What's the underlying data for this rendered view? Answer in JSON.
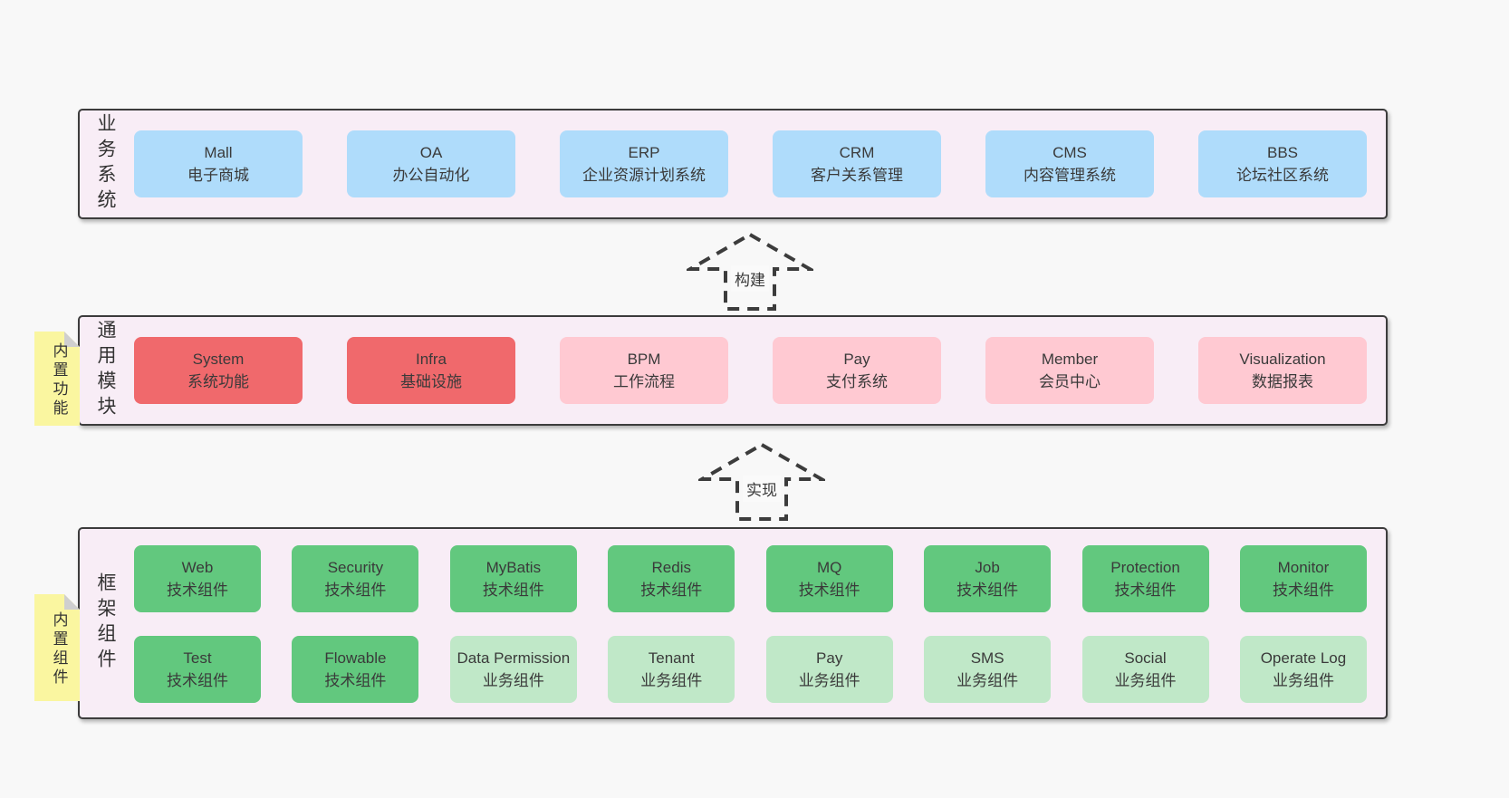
{
  "colors": {
    "page_background": "#f8f8f8",
    "layer_background": "#f8edf6",
    "layer_border": "#3c3c3c",
    "business_box": "#afdcfb",
    "core_module_box": "#f0696c",
    "optional_module_box": "#ffc9d2",
    "tech_component_box": "#62c87e",
    "biz_component_box": "#c0e8c8",
    "sticky_note": "#faf6a0",
    "sticky_fold": "#cfcfcf",
    "text": "#3a3a3a"
  },
  "layer1": {
    "label": "业务系统",
    "boxes": [
      {
        "title": "Mall",
        "subtitle": "电子商城"
      },
      {
        "title": "OA",
        "subtitle": "办公自动化"
      },
      {
        "title": "ERP",
        "subtitle": "企业资源计划系统"
      },
      {
        "title": "CRM",
        "subtitle": "客户关系管理"
      },
      {
        "title": "CMS",
        "subtitle": "内容管理系统"
      },
      {
        "title": "BBS",
        "subtitle": "论坛社区系统"
      }
    ]
  },
  "arrow1": {
    "label": "构建"
  },
  "layer2": {
    "label": "通用模块",
    "note": "内置功能",
    "boxes": [
      {
        "title": "System",
        "subtitle": "系统功能"
      },
      {
        "title": "Infra",
        "subtitle": "基础设施"
      },
      {
        "title": "BPM",
        "subtitle": "工作流程"
      },
      {
        "title": "Pay",
        "subtitle": "支付系统"
      },
      {
        "title": "Member",
        "subtitle": "会员中心"
      },
      {
        "title": "Visualization",
        "subtitle": "数据报表"
      }
    ]
  },
  "arrow2": {
    "label": "实现"
  },
  "layer3": {
    "label": "框架组件",
    "note": "内置组件",
    "row1": [
      {
        "title": "Web",
        "subtitle": "技术组件"
      },
      {
        "title": "Security",
        "subtitle": "技术组件"
      },
      {
        "title": "MyBatis",
        "subtitle": "技术组件"
      },
      {
        "title": "Redis",
        "subtitle": "技术组件"
      },
      {
        "title": "MQ",
        "subtitle": "技术组件"
      },
      {
        "title": "Job",
        "subtitle": "技术组件"
      },
      {
        "title": "Protection",
        "subtitle": "技术组件"
      },
      {
        "title": "Monitor",
        "subtitle": "技术组件"
      }
    ],
    "row2": [
      {
        "title": "Test",
        "subtitle": "技术组件"
      },
      {
        "title": "Flowable",
        "subtitle": "技术组件"
      },
      {
        "title": "Data Permission",
        "subtitle": "业务组件"
      },
      {
        "title": "Tenant",
        "subtitle": "业务组件"
      },
      {
        "title": "Pay",
        "subtitle": "业务组件"
      },
      {
        "title": "SMS",
        "subtitle": "业务组件"
      },
      {
        "title": "Social",
        "subtitle": "业务组件"
      },
      {
        "title": "Operate Log",
        "subtitle": "业务组件"
      }
    ]
  }
}
